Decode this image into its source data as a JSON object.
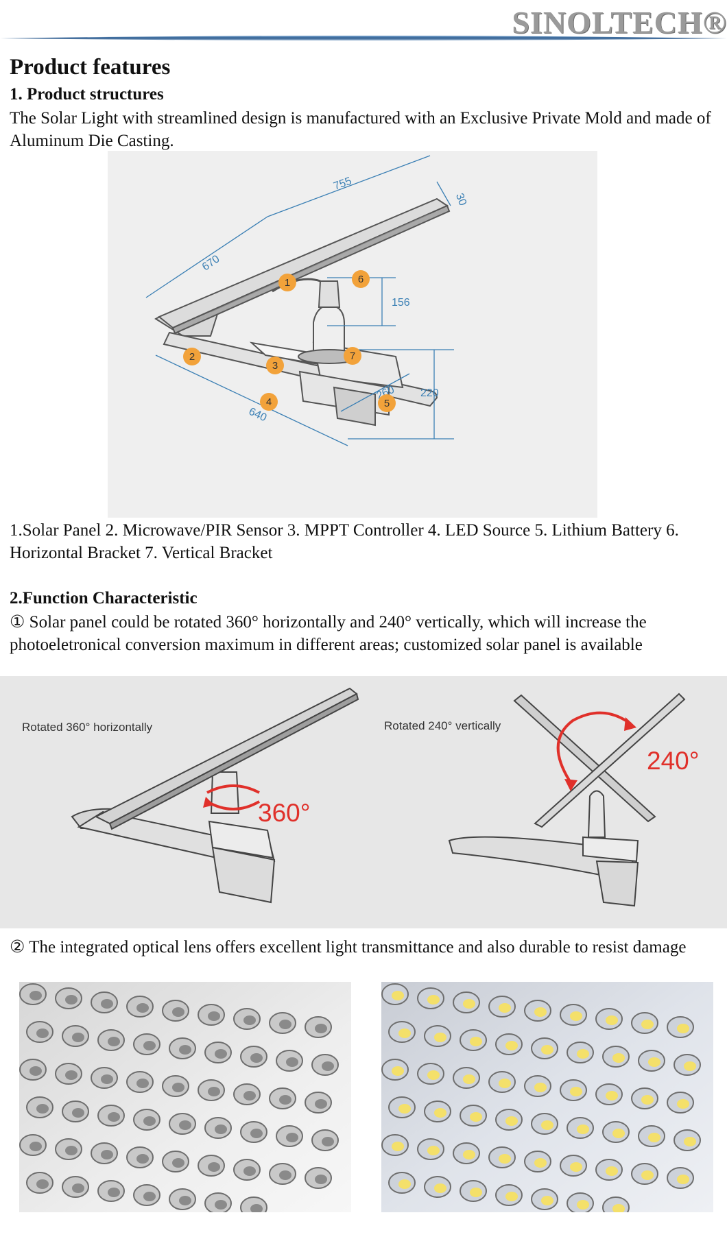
{
  "header": {
    "brand": "SINOLTECH®"
  },
  "title": "Product features",
  "section1": {
    "heading": "1. Product structures",
    "intro": "The Solar Light with streamlined design is manufactured with an Exclusive Private Mold and made of Aluminum Die Casting.",
    "diagram": {
      "dimensions": [
        "755",
        "30",
        "670",
        "156",
        "220",
        "260",
        "640"
      ],
      "markers": [
        "1",
        "2",
        "3",
        "4",
        "5",
        "6",
        "7"
      ]
    },
    "parts_caption": "1.Solar Panel 2. Microwave/PIR Sensor 3. MPPT Controller 4. LED Source 5. Lithium Battery 6. Horizontal Bracket 7. Vertical Bracket"
  },
  "section2": {
    "heading": "2.Function Characteristic",
    "point1": "① Solar panel could be rotated 360°   horizontally and 240°   vertically, which will increase the photoeletronical conversion maximum in different areas; customized solar panel is available",
    "rotation": {
      "left_label": "Rotated 360° horizontally",
      "left_angle": "360°",
      "right_label": "Rotated 240° vertically",
      "right_angle": "240°"
    },
    "point2": "② The integrated optical lens offers excellent light transmittance and also durable to resist damage"
  },
  "colors": {
    "marker": "#f2a23a",
    "angle_red": "#e0302a",
    "dimension_line": "#3a7fb4",
    "header_rule": "#2f5d8f",
    "led": "#f4e06a"
  }
}
